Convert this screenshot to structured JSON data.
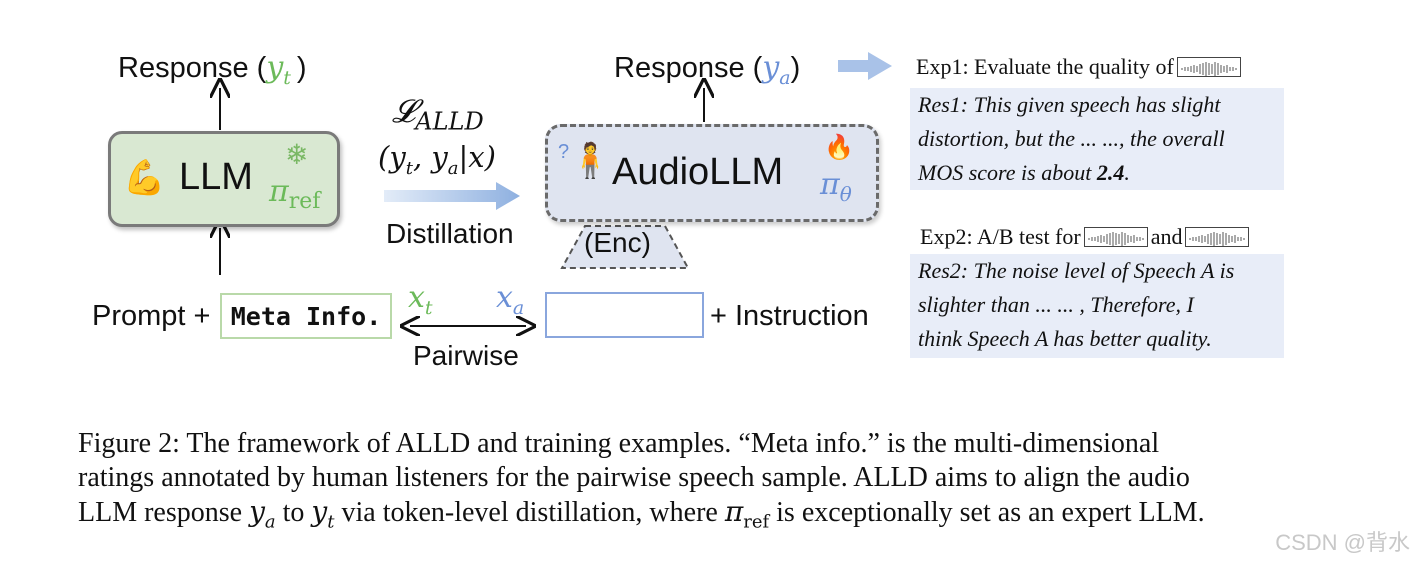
{
  "left": {
    "response_label": "Response (",
    "response_var": "y",
    "response_sub": "t",
    "response_close": ")",
    "llm_label": "LLM",
    "pi_ref": "π",
    "pi_ref_sub": "ref",
    "prompt_label": "Prompt +",
    "meta_label": "Meta Info.",
    "xt_var": "x",
    "xt_sub": "t",
    "pairwise_label": "Pairwise"
  },
  "middle": {
    "loss_symbol": "𝓛",
    "loss_sub": "ALLD",
    "loss_args": "(y",
    "loss_args_t": "t",
    "loss_args_mid": ", y",
    "loss_args_a": "a",
    "loss_args_end": "|x)",
    "distillation_label": "Distillation"
  },
  "right": {
    "response_label": "Response (",
    "response_var": "y",
    "response_sub": "a",
    "response_close": ")",
    "audiollm_label": "AudioLLM",
    "pi_theta": "π",
    "pi_theta_sub": "θ",
    "enc_label": "(Enc)",
    "xa_var": "x",
    "xa_sub": "a",
    "instruction_label": "+ Instruction"
  },
  "examples": {
    "exp1_label": "Exp1: Evaluate the quality of",
    "res1_text_1": "Res1: This given speech has slight",
    "res1_text_2": "distortion, but the ... ..., the overall",
    "res1_text_3": "MOS score is about",
    "res1_score": "2.4",
    "res1_end": ".",
    "exp2_label": "Exp2: A/B test for",
    "exp2_and": "and",
    "res2_text_1": "Res2: The noise level of Speech A is",
    "res2_text_2": "slighter than ... ... , Therefore, I",
    "res2_text_3": "think Speech A has better quality."
  },
  "caption": {
    "line1": "Figure 2: The framework of ALLD and training examples. “Meta info.” is the multi-dimensional",
    "line2": "ratings annotated by human listeners for the pairwise speech sample. ALLD aims to align the audio",
    "line3_a": "LLM response ",
    "line3_ya": "y",
    "line3_ya_sub": "a",
    "line3_b": " to ",
    "line3_yt": "y",
    "line3_yt_sub": "t",
    "line3_c": " via token-level distillation, where ",
    "line3_pi": "π",
    "line3_pi_sub": "ref",
    "line3_d": " is exceptionally set as an expert LLM."
  },
  "watermark": "CSDN @背水",
  "colors": {
    "green_var": "#6cba5a",
    "blue_var": "#6a8fd6",
    "llm_fill": "#d9e8d2",
    "audio_fill": "#dfe4f0",
    "res_fill": "#e8edf8"
  }
}
